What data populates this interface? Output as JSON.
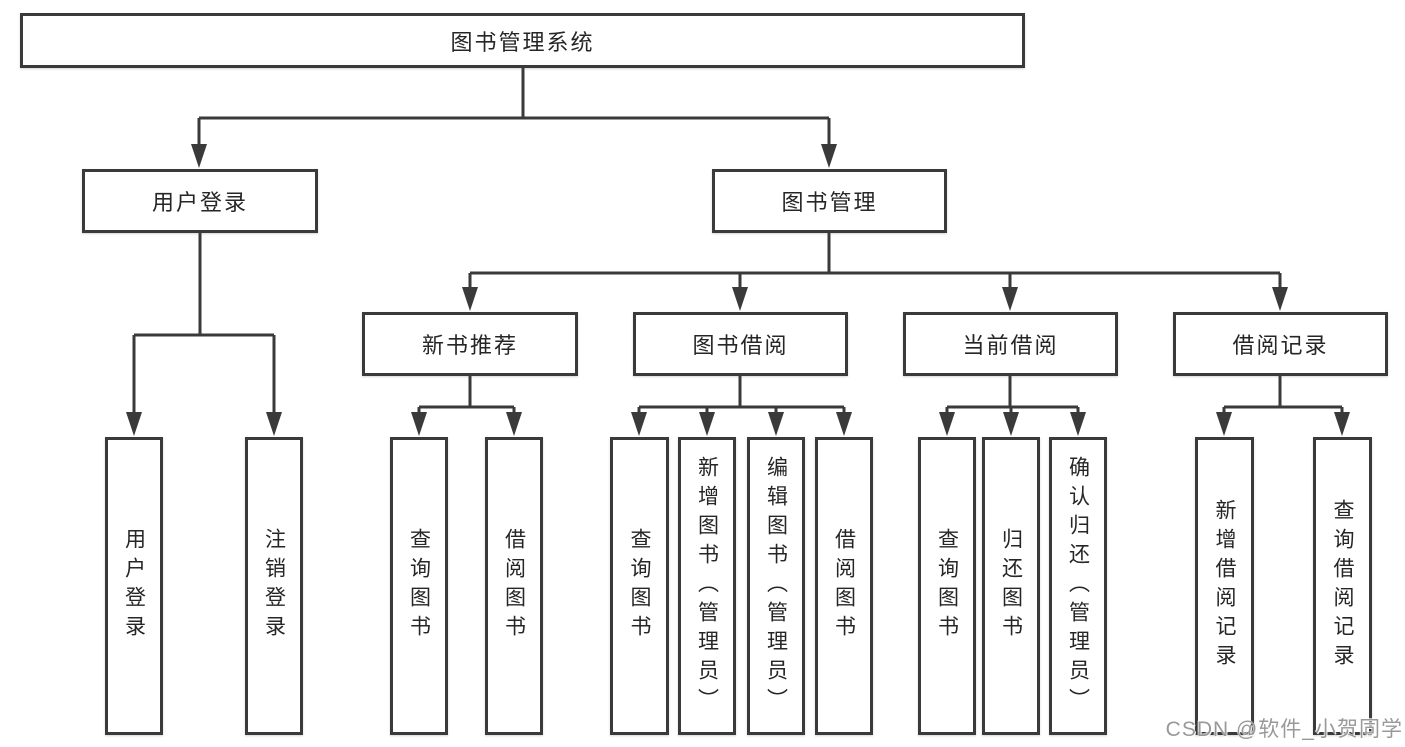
{
  "diagram": {
    "title": "图书管理系统",
    "branches": [
      {
        "label": "用户登录",
        "children": [
          {
            "label": "用户登录"
          },
          {
            "label": "注销登录"
          }
        ]
      },
      {
        "label": "图书管理",
        "children": [
          {
            "label": "新书推荐",
            "children": [
              {
                "label": "查询图书"
              },
              {
                "label": "借阅图书"
              }
            ]
          },
          {
            "label": "图书借阅",
            "children": [
              {
                "label": "查询图书"
              },
              {
                "label": "新增图书（管理员）"
              },
              {
                "label": "编辑图书（管理员）"
              },
              {
                "label": "借阅图书"
              }
            ]
          },
          {
            "label": "当前借阅",
            "children": [
              {
                "label": "查询图书"
              },
              {
                "label": "归还图书"
              },
              {
                "label": "确认归还（管理员）"
              }
            ]
          },
          {
            "label": "借阅记录",
            "children": [
              {
                "label": "新增借阅记录"
              },
              {
                "label": "查询借阅记录"
              }
            ]
          }
        ]
      }
    ]
  },
  "watermark": {
    "text": "CSDN @软件_小贺同学"
  },
  "colors": {
    "line": "#3a3a3a",
    "border": "#3a3a3a",
    "text": "#262626",
    "background": "#ffffff",
    "watermark": "#999999"
  }
}
